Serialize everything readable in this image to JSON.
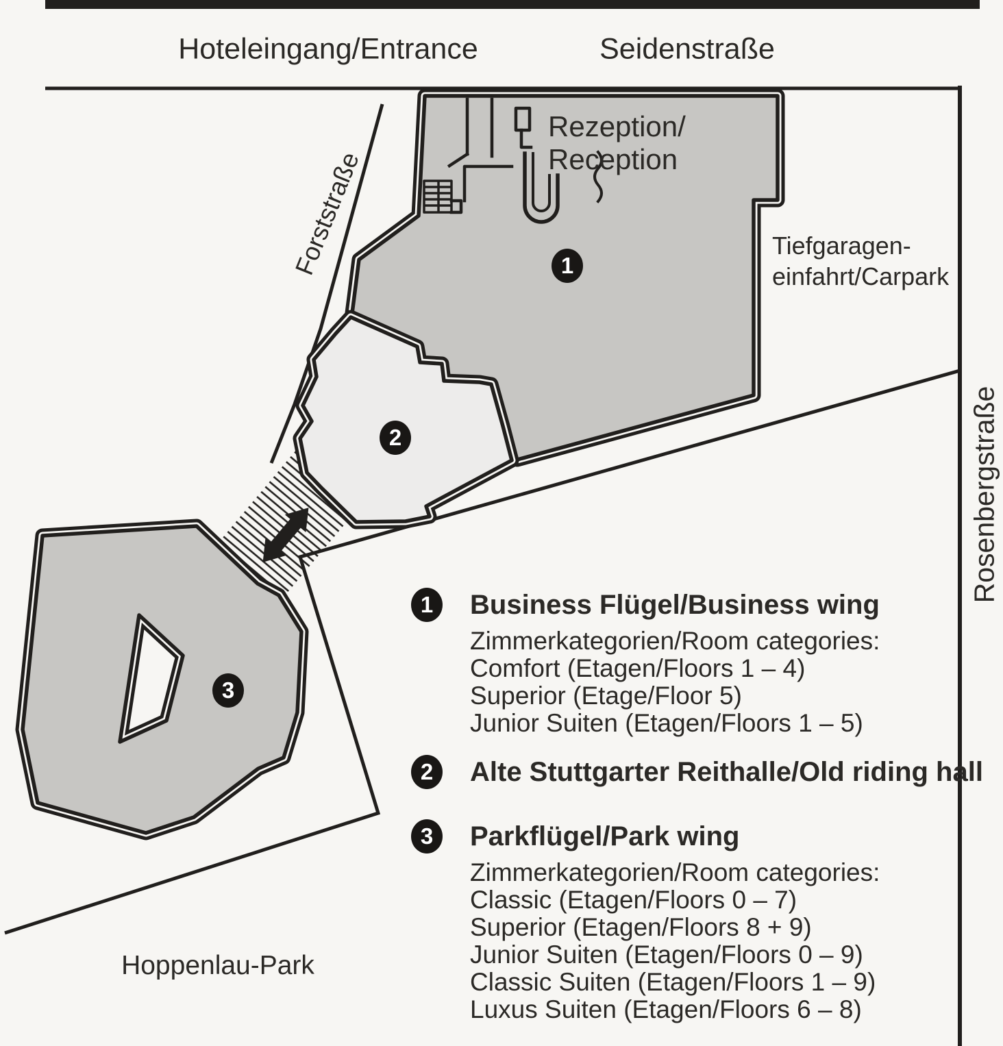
{
  "colors": {
    "background": "#f7f6f3",
    "line": "#211f1d",
    "building_dark": "#c7c6c3",
    "building_light": "#edeceb",
    "text": "#2b2926"
  },
  "map": {
    "streets": {
      "seidenstrasse": "Seidenstraße",
      "forststrasse": "Forststraße",
      "rosenbergstrasse": "Rosenbergstraße"
    },
    "labels": {
      "entrance": "Hoteleingang/Entrance",
      "reception_line1": "Rezeption/",
      "reception_line2": "Reception",
      "carpark_line1": "Tiefgaragen-",
      "carpark_line2": "einfahrt/Carpark",
      "park": "Hoppenlau-Park"
    },
    "markers": [
      {
        "number": "1"
      },
      {
        "number": "2"
      },
      {
        "number": "3"
      }
    ]
  },
  "legend": {
    "items": [
      {
        "number": "1",
        "title": "Business Flügel/Business wing",
        "subtitle": "Zimmerkategorien/Room categories:",
        "categories": [
          "Comfort (Etagen/Floors 1 – 4)",
          "Superior (Etage/Floor 5)",
          "Junior Suiten (Etagen/Floors 1 – 5)"
        ]
      },
      {
        "number": "2",
        "title": "Alte Stuttgarter Reithalle/Old riding hall"
      },
      {
        "number": "3",
        "title": "Parkflügel/Park wing",
        "subtitle": "Zimmerkategorien/Room categories:",
        "categories": [
          "Classic (Etagen/Floors 0 – 7)",
          "Superior (Etagen/Floors 8 + 9)",
          "Junior Suiten (Etagen/Floors 0 – 9)",
          "Classic Suiten (Etagen/Floors 1 – 9)",
          "Luxus Suiten (Etagen/Floors 6 – 8)"
        ]
      }
    ]
  }
}
